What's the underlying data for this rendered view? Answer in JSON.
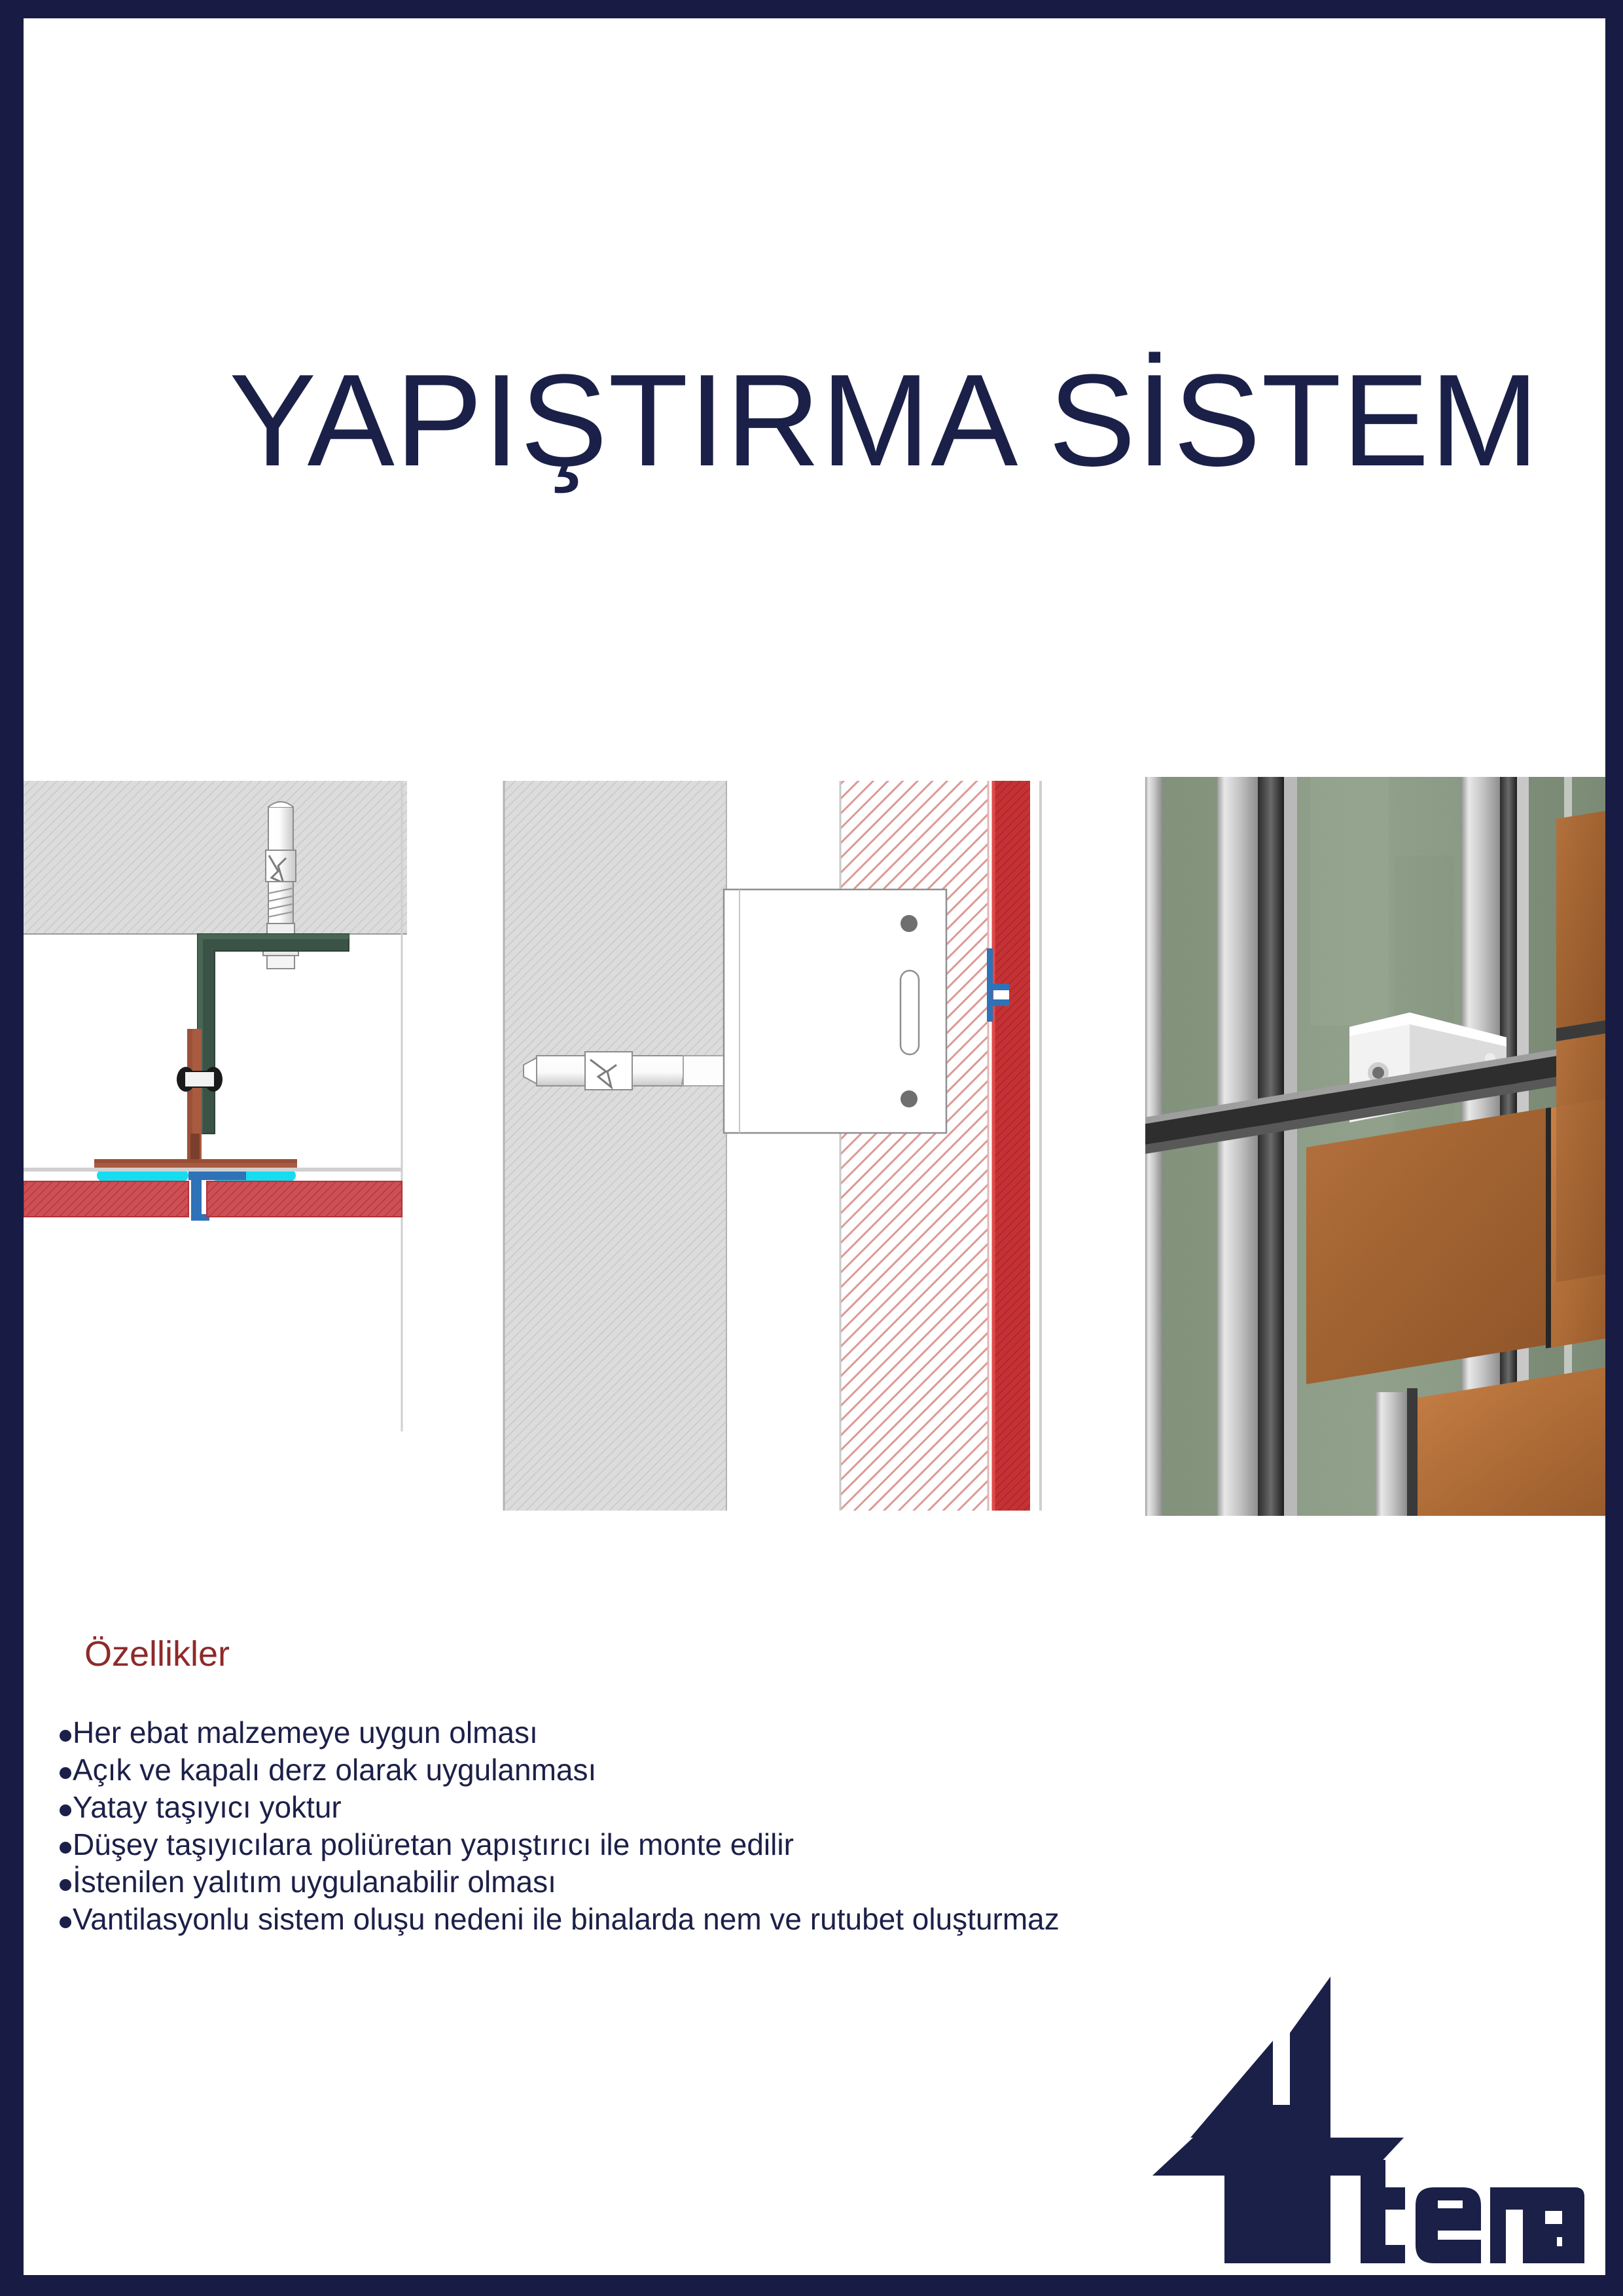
{
  "page": {
    "border_color": "#181B43",
    "background": "#ffffff"
  },
  "header": {
    "title": "YAPIŞTIRMA SİSTEM",
    "title_color": "#1B2048"
  },
  "figures": [
    {
      "name": "detail-section",
      "caption": "",
      "description": "Cross-section detail: hatched concrete slab with expansion anchor bolt, dark green L-bracket, brown T-profile carrier, cyan adhesive beads, blue gasket and red hatched cladding panels",
      "colors": {
        "substrate": "#D9D9D9",
        "bracket": "#3B5347",
        "profile": "#A85B40",
        "adhesive": "#16DCF0",
        "gasket": "#2E72B8",
        "panel": "#C8474A"
      }
    },
    {
      "name": "wall-section",
      "caption": "",
      "description": "Horizontal wall section: grey hatched masonry wall, horizontal expansion anchor, white steel bracket plate with adjustment slot and two fixing holes, red diagonally hatched insulation layer, solid red cladding panel with blue joint profile",
      "colors": {
        "wall": "#D9D9D9",
        "bracket": "#FFFFFF",
        "insulation": "#E4A9A4",
        "panel": "#C53235",
        "joint": "#2E72B8"
      }
    },
    {
      "name": "facade-render",
      "caption": "",
      "description": "3D render of ventilated facade: aluminium vertical carrier profiles, white mounting bracket, green substrate wall and terracotta brown cladding panels bonded with polyurethane adhesive",
      "colors": {
        "wall": "#8C9C86",
        "profile": "#D5D5D5",
        "panel": "#B5733A",
        "shadow": "#2A2A2A"
      }
    }
  ],
  "features": {
    "heading": "Özellikler",
    "heading_color": "#8E2A29",
    "text_color": "#1C2048",
    "items": [
      "Her ebat malzemeye uygun olması",
      "Açık ve kapalı derz olarak uygulanması",
      "Yatay taşıyıcı yoktur",
      "Düşey taşıyıcılara poliüretan yapıştırıcı ile monte edilir",
      "İstenilen yalıtım uygulanabilir olması",
      "Vantilasyonlu sistem oluşu nedeni ile binalarda nem ve rutubet oluşturmaz"
    ]
  },
  "logo": {
    "wordmark": "tema",
    "color": "#1B2048",
    "mark_description": "stylized twin building towers forming a T"
  }
}
